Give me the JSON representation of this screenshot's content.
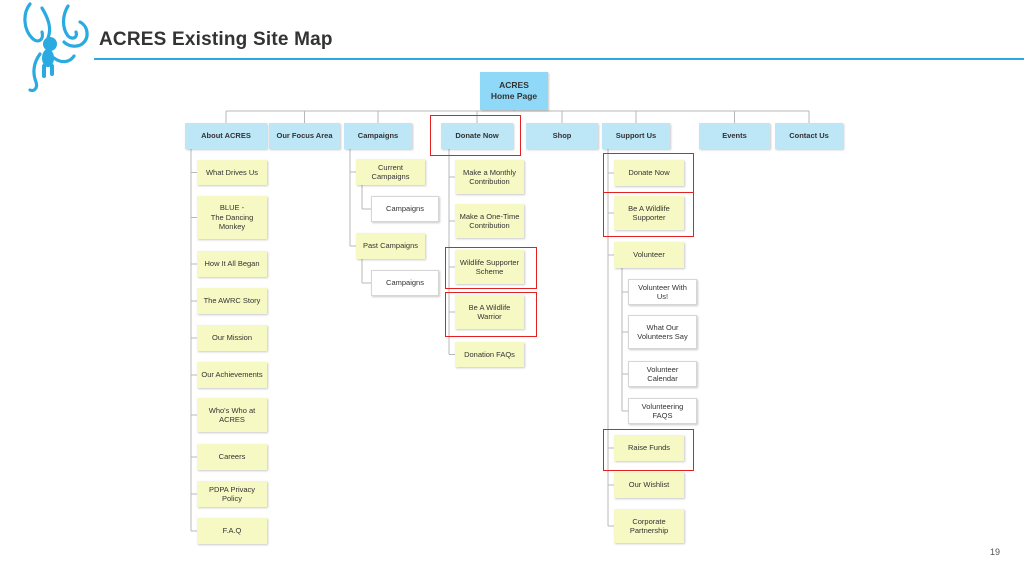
{
  "title": "ACRES Existing Site Map",
  "page_number": "19",
  "logo_icon": "acres-monkey-logo-icon",
  "colors": {
    "accent": "#29aae1",
    "root_node": "#8fd8f8",
    "section_node": "#bde6f7",
    "page_node": "#f6f9c4",
    "subpage_node": "#ffffff",
    "highlight": "#e32121",
    "connector": "#b8b8b8"
  },
  "sitemap": {
    "root": "ACRES\nHome Page",
    "sections": [
      {
        "label": "About ACRES",
        "children": [
          {
            "label": "What Drives Us"
          },
          {
            "label": "BLUE -\nThe Dancing\nMonkey"
          },
          {
            "label": "How It All Began"
          },
          {
            "label": "The AWRC Story"
          },
          {
            "label": "Our Mission"
          },
          {
            "label": "Our Achievements"
          },
          {
            "label": "Who's Who at\nACRES"
          },
          {
            "label": "Careers"
          },
          {
            "label": "PDPA Privacy Policy"
          },
          {
            "label": "F.A.Q"
          }
        ]
      },
      {
        "label": "Our Focus Area",
        "children": []
      },
      {
        "label": "Campaigns",
        "children": [
          {
            "label": "Current Campaigns",
            "children": [
              {
                "label": "Campaigns"
              }
            ]
          },
          {
            "label": "Past Campaigns",
            "children": [
              {
                "label": "Campaigns"
              }
            ]
          }
        ]
      },
      {
        "label": "Donate Now",
        "highlighted": true,
        "children": [
          {
            "label": "Make a Monthly\nContribution"
          },
          {
            "label": "Make a One-Time\nContribution"
          },
          {
            "label": "Wildlife Supporter\nScheme",
            "highlighted": true
          },
          {
            "label": "Be A Wildlife\nWarrior",
            "highlighted": true
          },
          {
            "label": "Donation FAQs"
          }
        ]
      },
      {
        "label": "Shop",
        "children": []
      },
      {
        "label": "Support Us",
        "children": [
          {
            "label": "Donate Now",
            "highlighted": true
          },
          {
            "label": "Be A Wildlife\nSupporter",
            "highlighted": true
          },
          {
            "label": "Volunteer",
            "children": [
              {
                "label": "Volunteer With Us!"
              },
              {
                "label": "What Our\nVolunteers Say"
              },
              {
                "label": "Volunteer Calendar"
              },
              {
                "label": "Volunteering FAQS"
              }
            ]
          },
          {
            "label": "Raise Funds",
            "highlighted": true
          },
          {
            "label": "Our Wishlist"
          },
          {
            "label": "Corporate\nPartnership"
          }
        ]
      },
      {
        "label": "Events",
        "children": []
      },
      {
        "label": "Contact Us",
        "children": []
      }
    ]
  }
}
